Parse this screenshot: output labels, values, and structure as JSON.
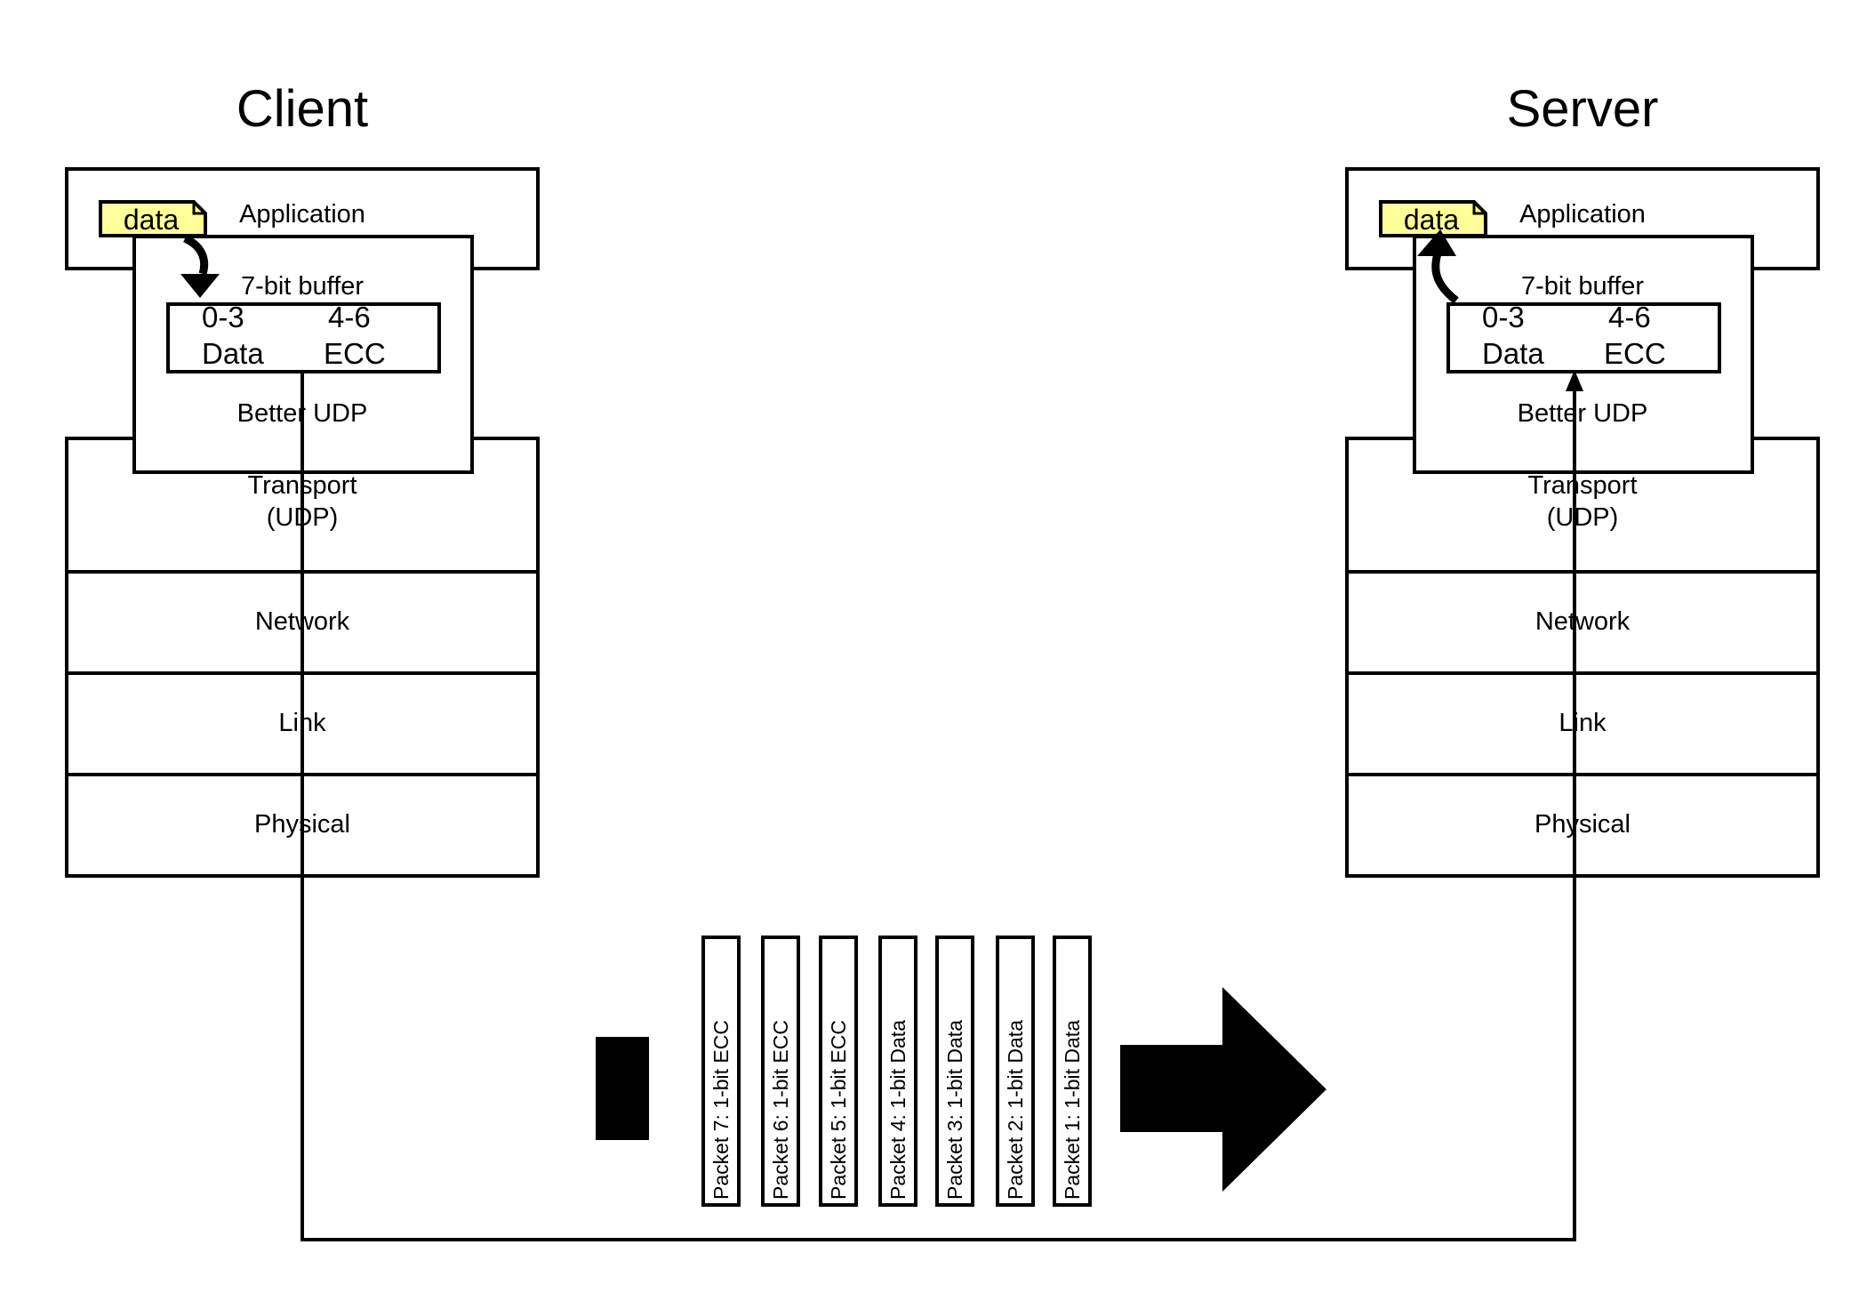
{
  "client": {
    "title": "Client",
    "layers": {
      "application": "Application",
      "transport_line1": "Transport",
      "transport_line2": "(UDP)",
      "network": "Network",
      "link": "Link",
      "physical": "Physical"
    },
    "better_udp": {
      "label": "Better UDP",
      "buffer_label": "7-bit buffer",
      "data_range": "0-3",
      "data_label": "Data",
      "ecc_range": "4-6",
      "ecc_label": "ECC"
    },
    "note": "data"
  },
  "server": {
    "title": "Server",
    "layers": {
      "application": "Application",
      "transport_line1": "Transport",
      "transport_line2": "(UDP)",
      "network": "Network",
      "link": "Link",
      "physical": "Physical"
    },
    "better_udp": {
      "label": "Better UDP",
      "buffer_label": "7-bit buffer",
      "data_range": "0-3",
      "data_label": "Data",
      "ecc_range": "4-6",
      "ecc_label": "ECC"
    },
    "note": "data"
  },
  "packets": [
    "Packet 7: 1-bit ECC",
    "Packet 6: 1-bit ECC",
    "Packet 5: 1-bit ECC",
    "Packet 4: 1-bit Data",
    "Packet 3: 1-bit Data",
    "Packet 2: 1-bit Data",
    "Packet 1: 1-bit Data"
  ],
  "colors": {
    "note_fill": "#ffff99",
    "stroke": "#000000",
    "background": "#ffffff"
  }
}
